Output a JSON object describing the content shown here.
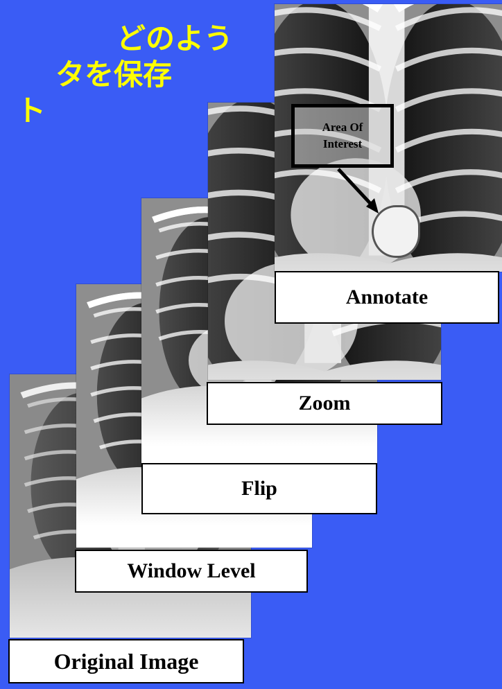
{
  "title": {
    "line1": "どのよう",
    "line2": "タを保存",
    "line3": "ト"
  },
  "labels": {
    "original": "Original Image",
    "window_level": "Window Level",
    "flip": "Flip",
    "zoom": "Zoom",
    "annotate": "Annotate"
  },
  "annotation": {
    "line1": "Area Of",
    "line2": "Interest"
  },
  "colors": {
    "background": "#3a5cf5",
    "title": "#ffff00"
  }
}
